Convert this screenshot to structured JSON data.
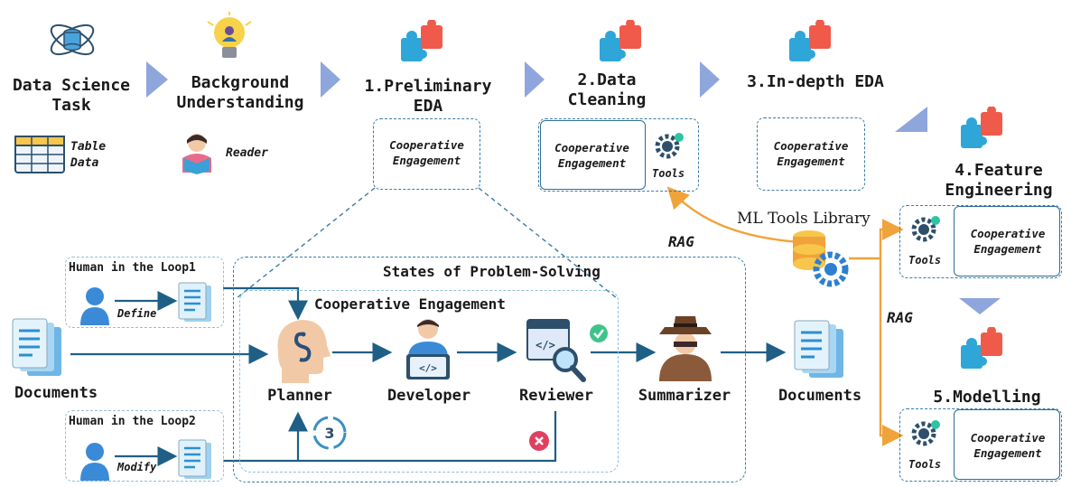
{
  "stages": {
    "task": "Data Science\nTask",
    "background": "Background\nUnderstanding",
    "eda1": "1.Preliminary\nEDA",
    "cleaning": "2.Data\nCleaning",
    "eda3": "3.In-depth EDA",
    "feature": "4.Feature\nEngineering",
    "modelling": "5.Modelling"
  },
  "sublabels": {
    "table_data": "Table\nData",
    "reader": "Reader"
  },
  "cooperative_engagement": "Cooperative\nEngagement",
  "tools_label": "Tools",
  "ml_tools_library": "ML Tools Library",
  "rag_label": "RAG",
  "states_title": "States of Problem-Solving",
  "coop_title": "Cooperative Engagement",
  "hitl1": {
    "title": "Human in the Loop1",
    "action": "Define"
  },
  "hitl2": {
    "title": "Human in the Loop2",
    "action": "Modify"
  },
  "agents": {
    "planner": "Planner",
    "developer": "Developer",
    "reviewer": "Reviewer",
    "summarizer": "Summarizer"
  },
  "documents_label": "Documents",
  "loop_count": "3",
  "colors": {
    "accent_blue": "#2d6e94",
    "arrow_triangle": "#8fa6dc",
    "rag_orange": "#f0a33a",
    "puzzle_blue": "#2ea6d8",
    "puzzle_red": "#f05a4a"
  }
}
